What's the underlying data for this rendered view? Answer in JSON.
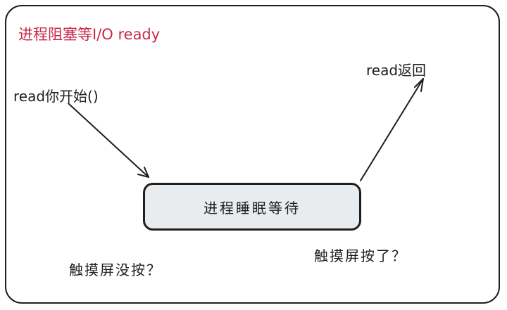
{
  "diagram": {
    "title": "进程阻塞等I/O ready",
    "title_color": "#c9284a",
    "stroke_color": "#1e1e1e",
    "node_fill": "#e9ecef",
    "nodes": [
      {
        "id": "sleep",
        "label": "进程睡眠等待"
      }
    ],
    "labels": {
      "start": "read你开始()",
      "return": "read返回",
      "no_touch": "触摸屏没按？",
      "touched": "触摸屏按了？"
    },
    "edges": [
      {
        "from": "start",
        "to": "sleep",
        "label": "read你开始()"
      },
      {
        "from": "sleep",
        "to": "return",
        "label": "read返回"
      }
    ]
  }
}
